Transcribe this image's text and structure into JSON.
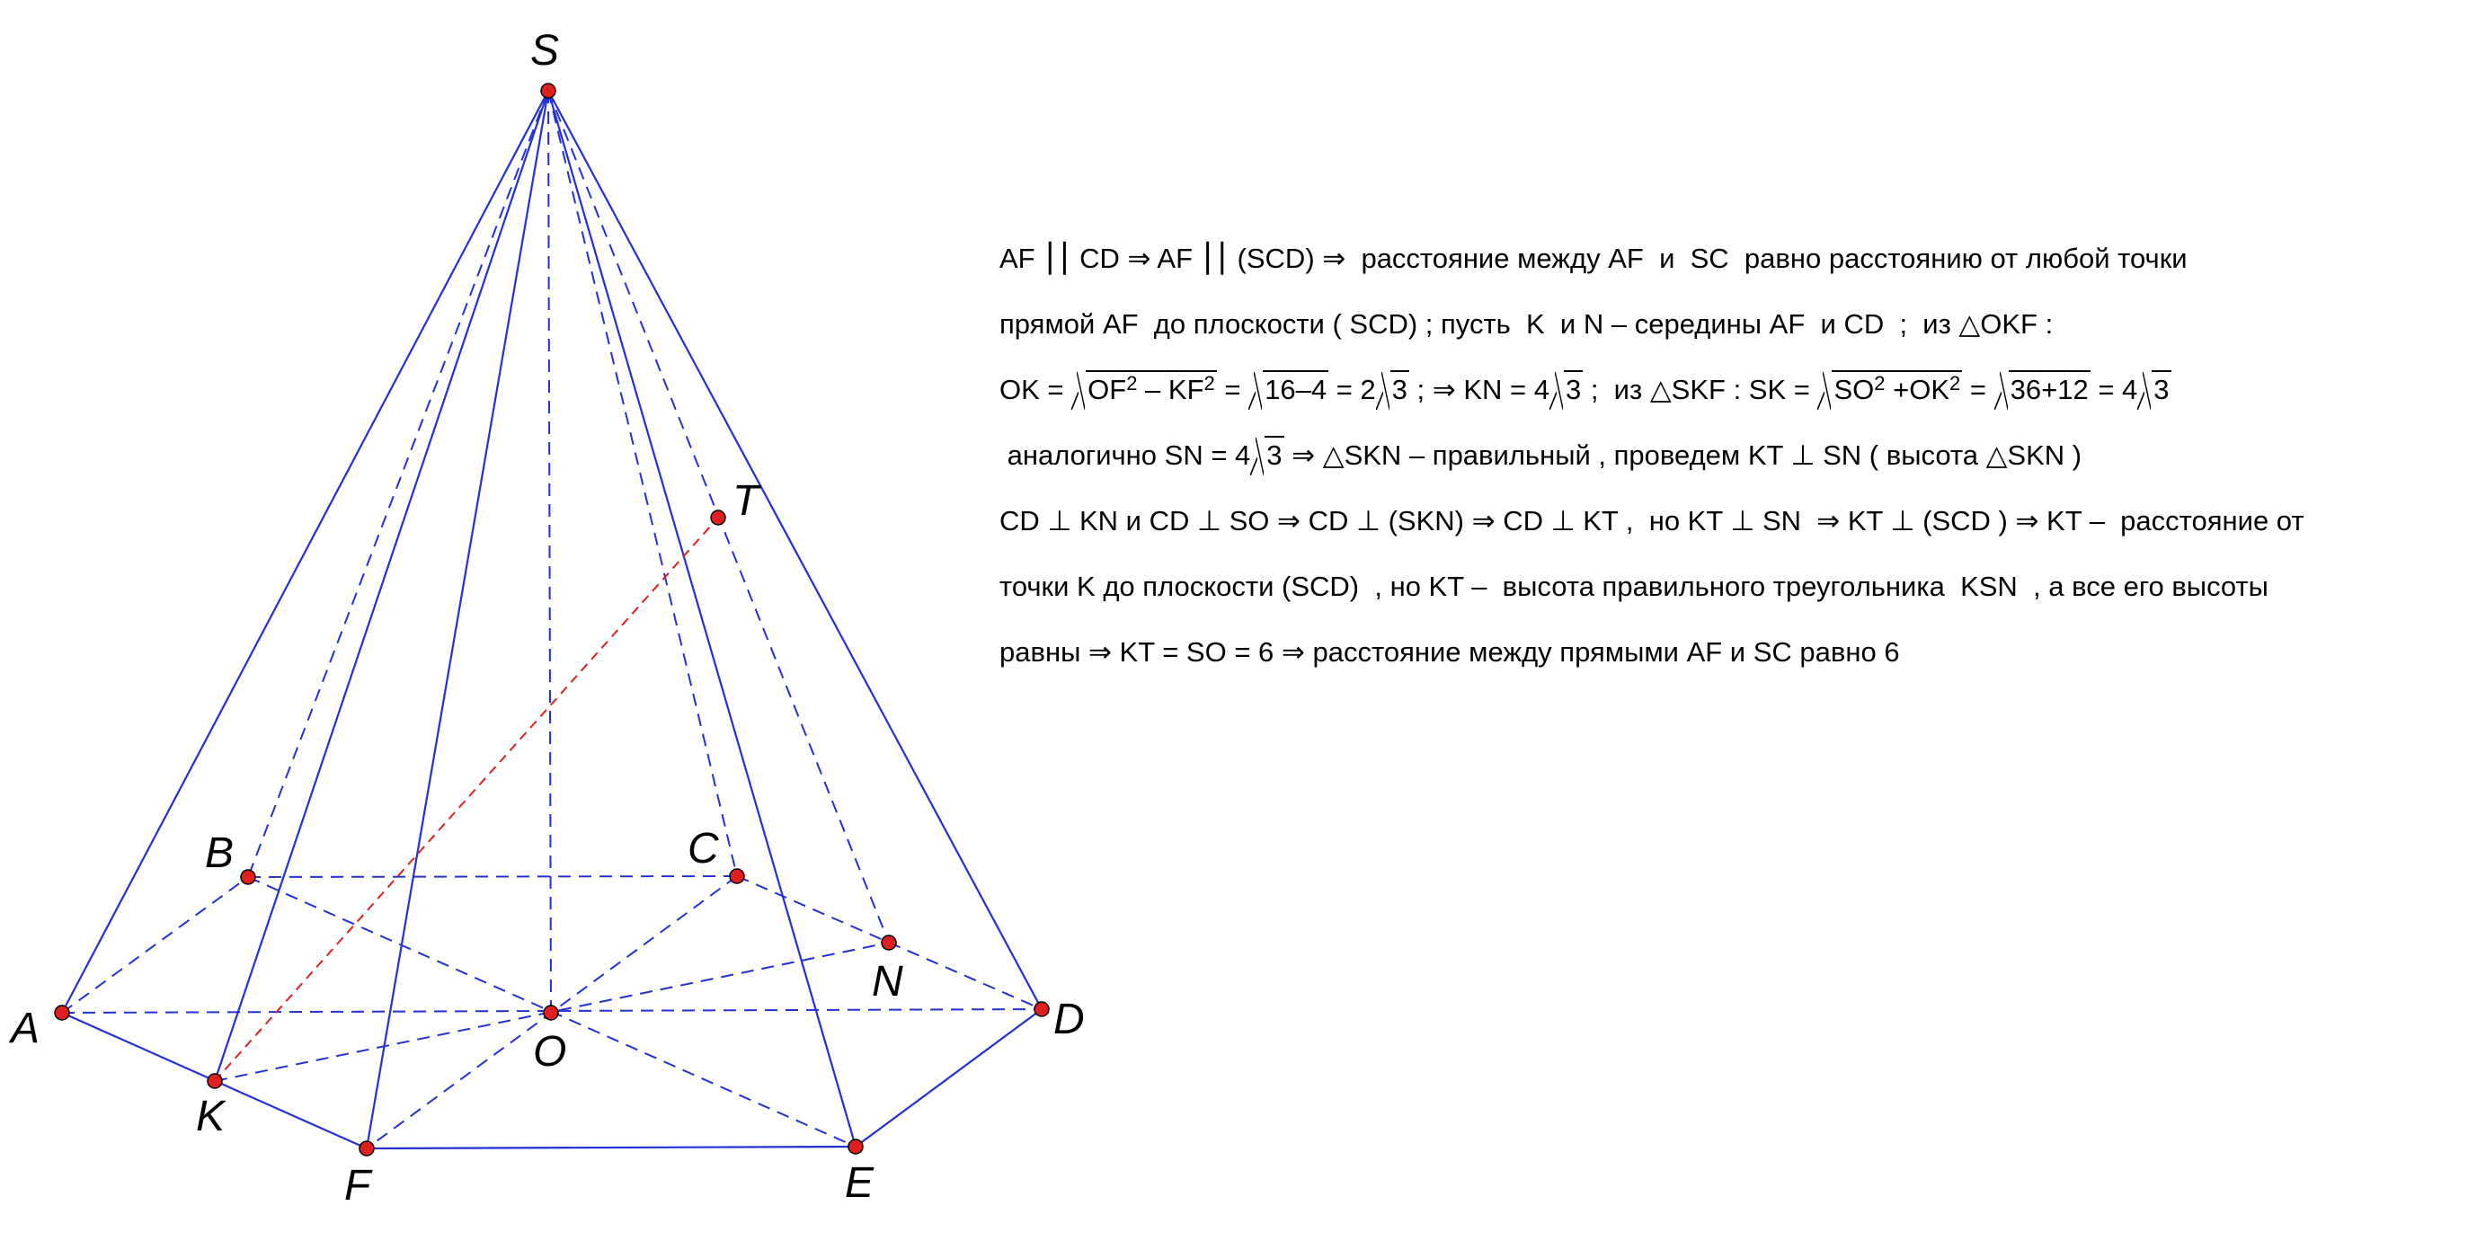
{
  "diagram": {
    "points": {
      "S": "S",
      "T": "T",
      "B": "B",
      "C": "C",
      "A": "A",
      "O": "O",
      "D": "D",
      "N": "N",
      "K": "K",
      "F": "F",
      "E": "E"
    },
    "colors": {
      "edge": "#2330d6",
      "aux": "#e02020",
      "point": "#e02020"
    }
  },
  "solution": {
    "l1": "AF ⎮⎮ CD ⇒ AF ⎮⎮ (SCD) ⇒  расстояние между AF  и  SC  равно расстоянию от любой точки",
    "l2": "прямой AF  до плоскости ( SCD) ; пусть  K  и N – середины AF  и CD  ;  из △OKF :",
    "l3": {
      "a": "OK = ",
      "r1a": "OF",
      "s1": "2",
      "r1b": " – KF",
      "s2": "2",
      "b": " = ",
      "r2": "16–4",
      "c": " = 2",
      "r3": "3",
      "d": " ; ⇒ KN = 4",
      "r4": "3",
      "e": " ;  из △SKF : SK = ",
      "r5a": "SO",
      "s3": "2",
      "r5b": " +OK",
      "s4": "2",
      "f": " = ",
      "r6": "36+12",
      "g": " = 4",
      "r7": "3"
    },
    "l4": {
      "a": " аналогично SN = 4",
      "r": "3",
      "b": " ⇒ △SKN – правильный , проведем KT ⊥ SN ( высота △SKN )"
    },
    "l5": "CD ⊥ KN и CD ⊥ SO ⇒ CD ⊥ (SKN) ⇒ CD ⊥ KT ,  но KT ⊥ SN  ⇒ KT ⊥ (SCD ) ⇒ KT –  расстояние от",
    "l6": "точки K до плоскости (SCD)  , но KT –  высота правильного треугольника  KSN  , а все его высоты",
    "l7": "равны ⇒ KT = SO = 6 ⇒ расстояние между прямыми AF и SC равно 6"
  }
}
